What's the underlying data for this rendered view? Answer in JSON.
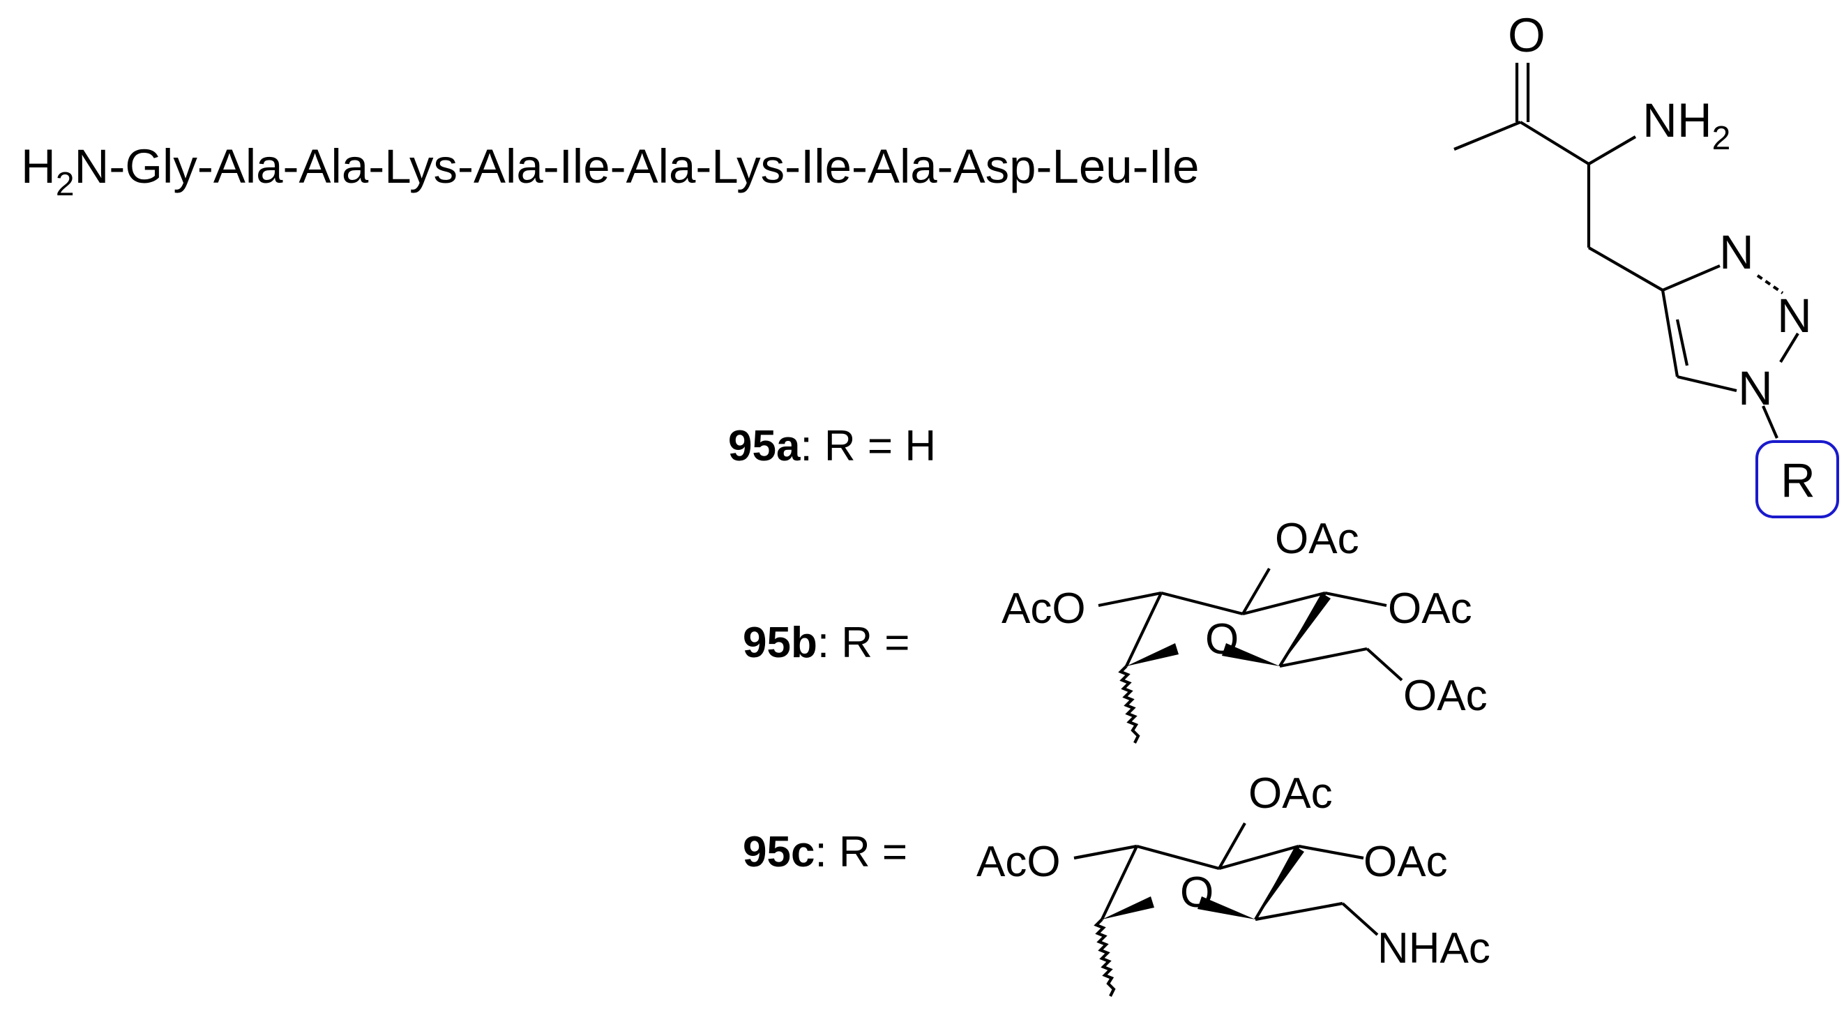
{
  "peptide": {
    "sequence": "H2N-Gly-Ala-Ala-Lys-Ala-Ile-Ala-Lys-Ile-Ala-Asp-Leu-Ile",
    "h": "H",
    "h_sub": "2",
    "rest": "N-Gly-Ala-Ala-Lys-Ala-Ile-Ala-Lys-Ile-Ala-Asp-Leu-Ile"
  },
  "side_chain": {
    "carbonyl_o": "O",
    "amine": "NH",
    "amine_sub": "2",
    "triazole_n1": "N",
    "triazole_n2": "N",
    "triazole_n3": "N",
    "r_group": "R"
  },
  "highlight_color": "#1a1acc",
  "compounds": [
    {
      "id": "95a",
      "equation": ": R = H"
    },
    {
      "id": "95b",
      "equation": ": R ="
    },
    {
      "id": "95c",
      "equation": ": R ="
    }
  ],
  "sugar_b": {
    "ring_o": "O",
    "c1_oac": "AcO",
    "c2_oac": "OAc",
    "c3_oac": "OAc",
    "c6_oac": "OAc"
  },
  "sugar_c": {
    "ring_o": "O",
    "c1_oac": "AcO",
    "c2_oac": "OAc",
    "c3_oac": "OAc",
    "c6_nhac": "NHAc"
  }
}
